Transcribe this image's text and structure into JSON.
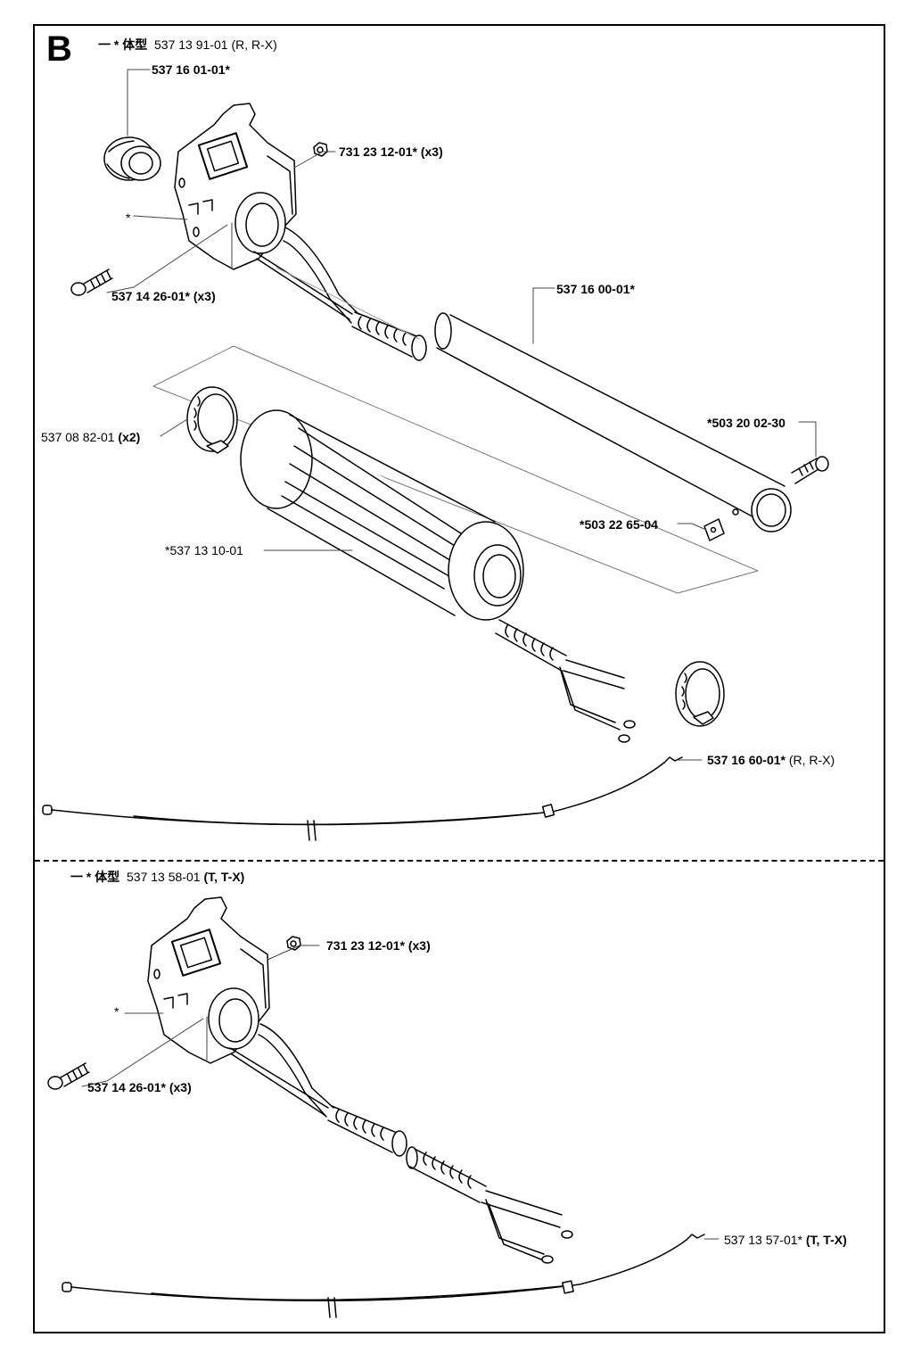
{
  "section": {
    "letter": "B",
    "upper": {
      "header": {
        "dash": "一",
        "star_type": "* 体型",
        "part": "537 13 91-01",
        "variant": "(R, R-X)"
      },
      "parts": {
        "p1": "537 16 01-01*",
        "p2": "731 23 12-01* (x3)",
        "p3": "*",
        "p4": "537 14 26-01* (x3)",
        "p5": "537 16 00-01*",
        "p6_num": "537 08 82-01",
        "p6_qty": "(x2)",
        "p7": "*503 20 02-30",
        "p8": "*503 22 65-04",
        "p9": "*537 13 10-01",
        "p10_num": "537 16 60-01*",
        "p10_var": "(R, R-X)"
      }
    },
    "lower": {
      "header": {
        "dash": "一",
        "star_type": "* 体型",
        "part": "537 13 58-01",
        "variant": "(T, T-X)"
      },
      "parts": {
        "p1": "731 23 12-01* (x3)",
        "p2": "*",
        "p3": "537 14 26-01* (x3)",
        "p4_num": "537 13 57-01*",
        "p4_var": "(T, T-X)"
      }
    }
  }
}
